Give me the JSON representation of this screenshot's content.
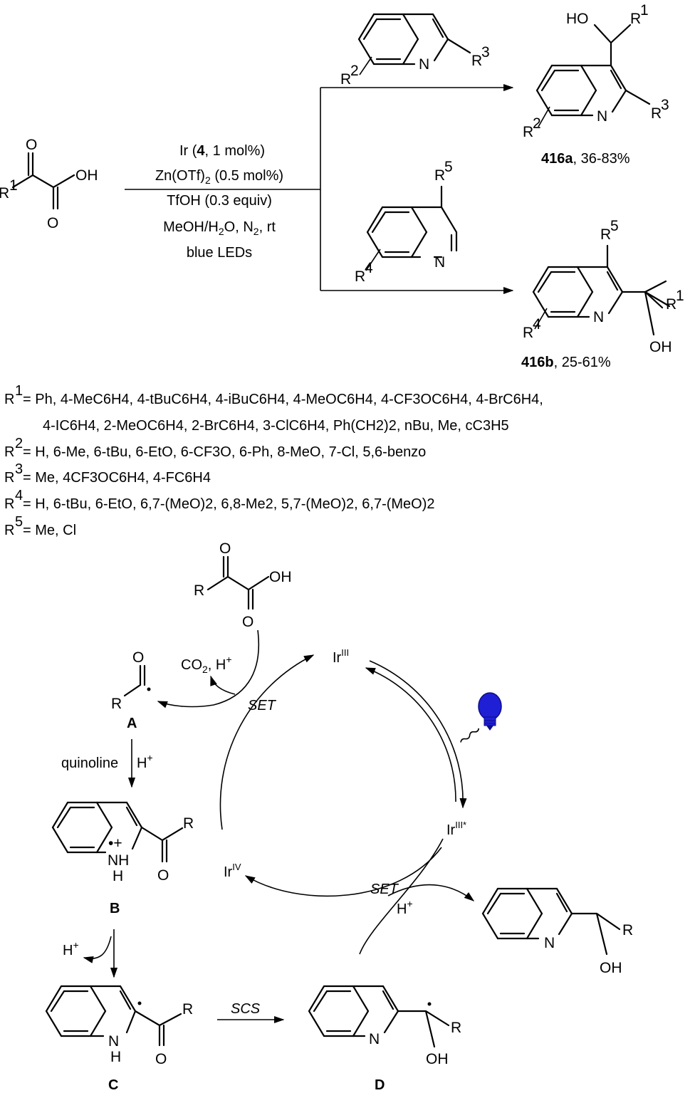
{
  "conditions": {
    "line1_pre": "Ir (",
    "line1_bold": "4",
    "line1_post": ", 1 mol%)",
    "line2_a": "Zn(OTf)",
    "line2_sub": "2",
    "line2_b": " (0.5 mol%)",
    "line3": "TfOH (0.3 equiv)",
    "line4_a": "MeOH/H",
    "line4_sub1": "2",
    "line4_b": "O, N",
    "line4_sub2": "2",
    "line4_c": ", rt",
    "line5": "blue LEDs"
  },
  "atoms": {
    "O": "O",
    "OH": "OH",
    "HO": "HO",
    "N": "N",
    "H": "H",
    "NH": "NH",
    "R": "R",
    "R1": "R",
    "R2": "R",
    "R3": "R",
    "R4": "R",
    "R5": "R",
    "sup1": "1",
    "sup2": "2",
    "sup3": "3",
    "sup4": "4",
    "sup5": "5"
  },
  "products": {
    "a_id": "416a",
    "a_yield": ", 36-83%",
    "b_id": "416b",
    "b_yield": ", 25-61%"
  },
  "definitions": {
    "r1_line1": "= Ph, 4-MeC6H4, 4-tBuC6H4, 4-iBuC6H4, 4-MeOC6H4, 4-CF3OC6H4, 4-BrC6H4,",
    "r1_line2": "4-IC6H4, 2-MeOC6H4, 2-BrC6H4, 3-ClC6H4, Ph(CH2)2, nBu, Me, cC3H5",
    "r2": "= H, 6-Me, 6-tBu, 6-EtO, 6-CF3O, 6-Ph, 8-MeO, 7-Cl, 5,6-benzo",
    "r3": "= Me, 4CF3OC6H4, 4-FC6H4",
    "r4": "= H, 6-tBu, 6-EtO, 6,7-(MeO)2, 6,8-Me2, 5,7-(MeO)2, 6,7-(MeO)2",
    "r5": "= Me, Cl"
  },
  "mechanism": {
    "co2": "CO",
    "co2_sub": "2",
    "co2_rest": ", H",
    "plus": "+",
    "set": "SET",
    "scs": "SCS",
    "quinoline": "quinoline",
    "h_plus": "H",
    "ir": "Ir",
    "ir_iii": "III",
    "ir_iii_star": "III*",
    "ir_iv": "IV",
    "label_A": "A",
    "label_B": "B",
    "label_C": "C",
    "label_D": "D",
    "radical_cation": "•+"
  },
  "colors": {
    "bulb": "#1f1fd6",
    "bulb_dark": "#0d0d8a"
  }
}
